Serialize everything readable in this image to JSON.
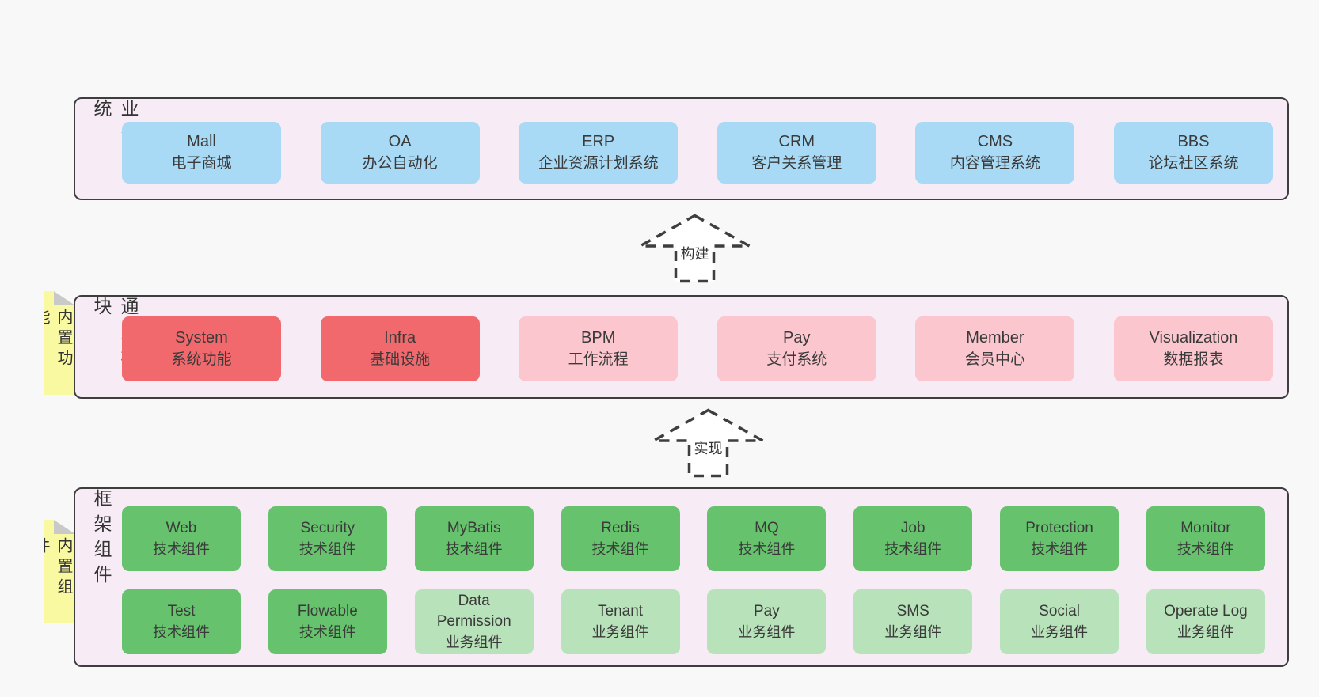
{
  "colors": {
    "page_bg": "#f8f8f8",
    "panel_bg": "#f7ecf5",
    "panel_border": "#3e3e3e",
    "blue": "#a9daf5",
    "red": "#f1696c",
    "pink": "#fbc6ce",
    "green": "#67c26d",
    "green_light": "#b8e2b9",
    "note_yellow": "#f9f9a1",
    "note_fold": "#c9c9c9",
    "text": "#3a3a3a"
  },
  "bands": {
    "business": {
      "label": "业务系统",
      "boxes": [
        {
          "en": "Mall",
          "zh": "电子商城",
          "variant": "blue"
        },
        {
          "en": "OA",
          "zh": "办公自动化",
          "variant": "blue"
        },
        {
          "en": "ERP",
          "zh": "企业资源计划系统",
          "variant": "blue"
        },
        {
          "en": "CRM",
          "zh": "客户关系管理",
          "variant": "blue"
        },
        {
          "en": "CMS",
          "zh": "内容管理系统",
          "variant": "blue"
        },
        {
          "en": "BBS",
          "zh": "论坛社区系统",
          "variant": "blue"
        }
      ]
    },
    "modules": {
      "label": "通用模块",
      "note": "内置功能",
      "boxes": [
        {
          "en": "System",
          "zh": "系统功能",
          "variant": "red"
        },
        {
          "en": "Infra",
          "zh": "基础设施",
          "variant": "red"
        },
        {
          "en": "BPM",
          "zh": "工作流程",
          "variant": "pink"
        },
        {
          "en": "Pay",
          "zh": "支付系统",
          "variant": "pink"
        },
        {
          "en": "Member",
          "zh": "会员中心",
          "variant": "pink"
        },
        {
          "en": "Visualization",
          "zh": "数据报表",
          "variant": "pink"
        }
      ]
    },
    "components": {
      "label": "框架组件",
      "note": "内置组件",
      "row1": [
        {
          "en": "Web",
          "zh": "技术组件",
          "variant": "green"
        },
        {
          "en": "Security",
          "zh": "技术组件",
          "variant": "green"
        },
        {
          "en": "MyBatis",
          "zh": "技术组件",
          "variant": "green"
        },
        {
          "en": "Redis",
          "zh": "技术组件",
          "variant": "green"
        },
        {
          "en": "MQ",
          "zh": "技术组件",
          "variant": "green"
        },
        {
          "en": "Job",
          "zh": "技术组件",
          "variant": "green"
        },
        {
          "en": "Protection",
          "zh": "技术组件",
          "variant": "green"
        },
        {
          "en": "Monitor",
          "zh": "技术组件",
          "variant": "green"
        }
      ],
      "row2": [
        {
          "en": "Test",
          "zh": "技术组件",
          "variant": "green"
        },
        {
          "en": "Flowable",
          "zh": "技术组件",
          "variant": "green"
        },
        {
          "en": "Data Permission",
          "zh": "业务组件",
          "variant": "green-light"
        },
        {
          "en": "Tenant",
          "zh": "业务组件",
          "variant": "green-light"
        },
        {
          "en": "Pay",
          "zh": "业务组件",
          "variant": "green-light"
        },
        {
          "en": "SMS",
          "zh": "业务组件",
          "variant": "green-light"
        },
        {
          "en": "Social",
          "zh": "业务组件",
          "variant": "green-light"
        },
        {
          "en": "Operate Log",
          "zh": "业务组件",
          "variant": "green-light"
        }
      ]
    }
  },
  "arrows": {
    "build": {
      "label": "构建"
    },
    "implement": {
      "label": "实现"
    }
  }
}
